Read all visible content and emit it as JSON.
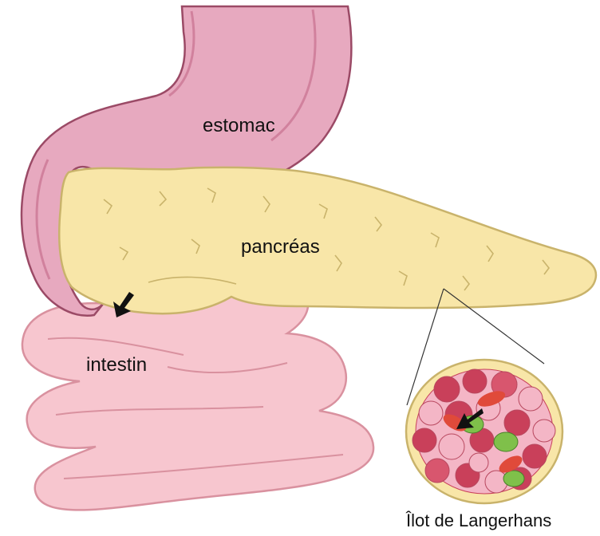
{
  "labels": {
    "stomach": "estomac",
    "pancreas": "pancréas",
    "intestine": "intestin",
    "islet": "Îlot de Langerhans"
  },
  "colors": {
    "stomach": "#e7a9bf",
    "stomach_dark": "#c7708f",
    "pancreas": "#f8e6a8",
    "pancreas_outline": "#c9b36b",
    "intestine": "#f7c6cf",
    "intestine_outline": "#d9919f",
    "islet_outline": "#c9b36b",
    "cell_red": "#c9405a",
    "cell_pink": "#f4b6c6",
    "cell_green": "#7fc04a",
    "arrow": "#111111"
  }
}
